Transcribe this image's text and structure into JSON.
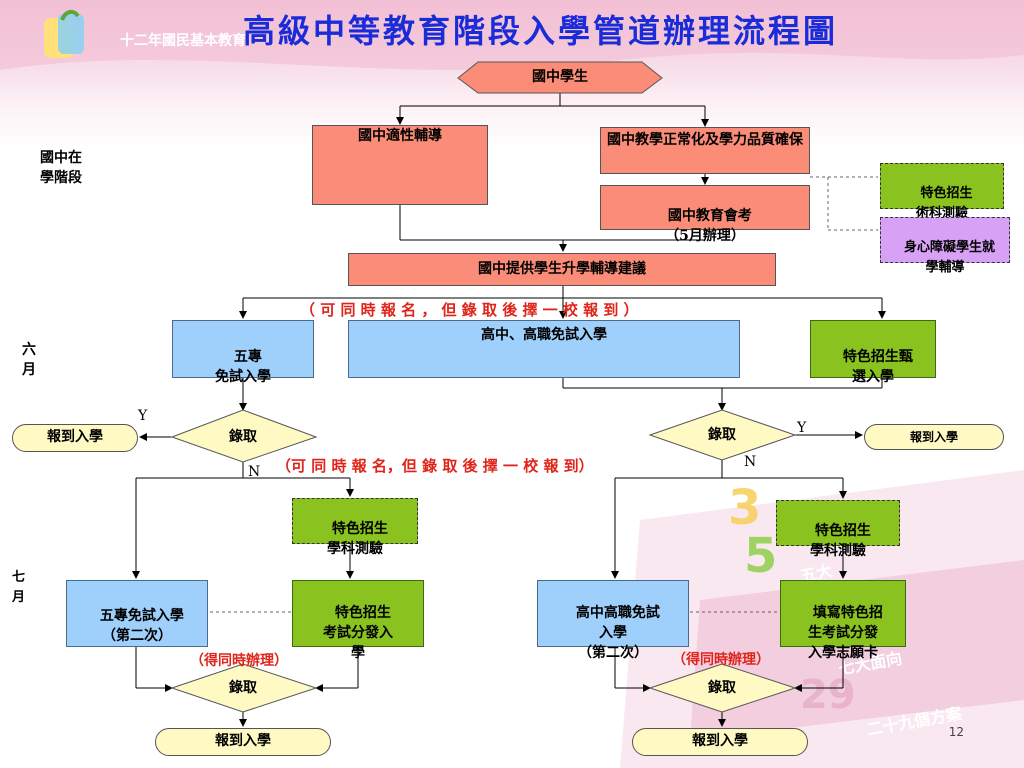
{
  "header": {
    "title": "高級中等教育階段入學管道辦理流程圖",
    "logo_text": "十二年國民基本教育"
  },
  "side_labels": {
    "in_school": "國中在\n學階段",
    "june": "六\n月",
    "july": "七\n月"
  },
  "nodes": {
    "start": "國中學生",
    "guidance": "國中適性輔導",
    "normalize": "國中教學正常化及學力品質確保",
    "exam": "國中教育會考\n（5月辦理）",
    "special_skill_test": "特色招生\n術科測驗",
    "disabled_guidance": "身心障礙學生就\n學輔導",
    "advice": "國中提供學生升學輔導建議",
    "jr_college": "五專\n免試入學",
    "high_school": "高中、高職免試入學",
    "special_select": "特色招生甄\n選入學",
    "admit_left": "錄取",
    "admit_right": "錄取",
    "report_left": "報到入學",
    "report_right": "報到入學",
    "special_academic_left": "特色招生\n學科測驗",
    "special_academic_right": "特色招生\n學科測驗",
    "jr_college_2": "五專免試入學\n（第二次）",
    "special_exam_dist": "特色招生\n考試分發入\n學",
    "high_school_2": "高中高職免試\n入學\n（第二次）",
    "special_fill": "填寫特色招\n生考試分發\n入學志願卡",
    "admit_bottom_left": "錄取",
    "admit_bottom_right": "錄取",
    "report_bottom_left": "報到入學",
    "report_bottom_right": "報到入學"
  },
  "notes": {
    "simultaneous_1": "（ 可 同 時 報 名 ， 但 錄 取 後 擇 一 校 報 到 ）",
    "simultaneous_2": "（可 同 時 報 名，但 錄 取 後 擇 一 校 報 到）",
    "concurrent_left": "（得同時辦理）",
    "concurrent_right": "（得同時辦理）",
    "y_left": "Y",
    "n_left": "N",
    "y_right": "Y",
    "n_right": "N"
  },
  "decor": {
    "d1": "3",
    "d2": "5",
    "d3": "五大",
    "d4": "七大面向",
    "d5": "29",
    "d6": "二十九個方案"
  },
  "page_number": "12",
  "colors": {
    "salmon": "#fa8c78",
    "blue": "#9fd0fb",
    "green": "#8ac21f",
    "purple": "#d7a2f5",
    "diamond": "#fff9c4",
    "title": "#1a2bd8",
    "note_red": "#e0241a"
  }
}
